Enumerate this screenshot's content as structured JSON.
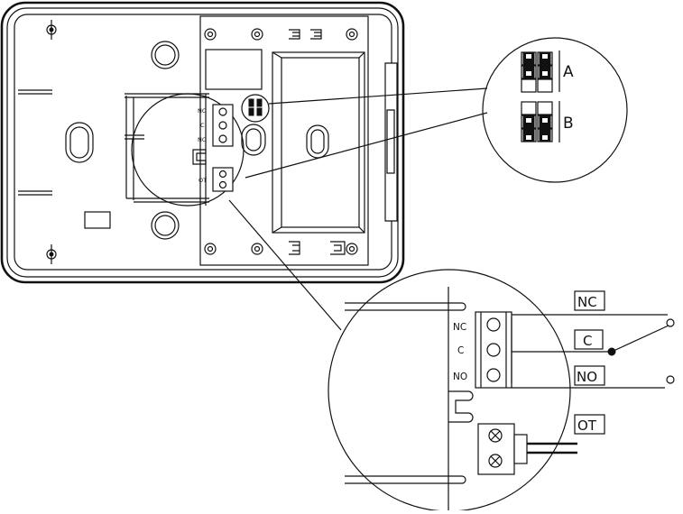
{
  "figure": {
    "colors": {
      "line": "#111111",
      "background": "#ffffff"
    },
    "small_terminal": {
      "nc": "NC",
      "c": "C",
      "no": "NO",
      "ot": "OT"
    },
    "jumper_inset": {
      "label_a": "A",
      "label_b": "B"
    },
    "large_terminal": {
      "nc": "NC",
      "c": "C",
      "no": "NO"
    },
    "wire_labels": {
      "nc": "NC",
      "c": "C",
      "no": "NO",
      "ot": "OT"
    },
    "icons": [
      "mounting-hole-icon",
      "screw-icon",
      "jumper-icon",
      "switch-contact-icon"
    ]
  }
}
